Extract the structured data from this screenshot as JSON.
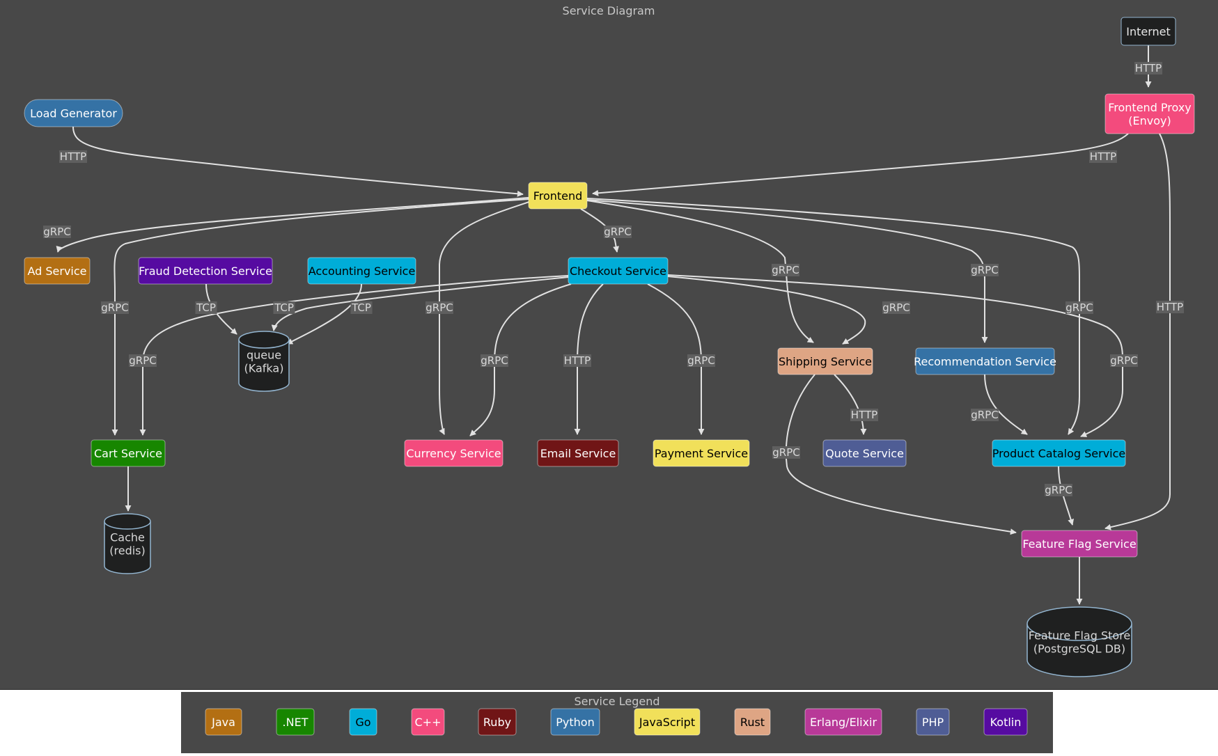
{
  "diagram": {
    "title": "Service Diagram",
    "nodes": [
      {
        "id": "internet",
        "label": [
          "Internet"
        ],
        "lang": "",
        "shape": "rect"
      },
      {
        "id": "proxy",
        "label": [
          "Frontend Proxy",
          "(Envoy)"
        ],
        "lang": "C++",
        "shape": "rect"
      },
      {
        "id": "loadgen",
        "label": [
          "Load Generator"
        ],
        "lang": "Python",
        "shape": "stadium"
      },
      {
        "id": "frontend",
        "label": [
          "Frontend"
        ],
        "lang": "JavaScript",
        "shape": "rect"
      },
      {
        "id": "ad",
        "label": [
          "Ad Service"
        ],
        "lang": "Java",
        "shape": "rect"
      },
      {
        "id": "fraud",
        "label": [
          "Fraud Detection Service"
        ],
        "lang": "Kotlin",
        "shape": "rect"
      },
      {
        "id": "accounting",
        "label": [
          "Accounting Service"
        ],
        "lang": "Go",
        "shape": "rect"
      },
      {
        "id": "checkout",
        "label": [
          "Checkout Service"
        ],
        "lang": "Go",
        "shape": "rect"
      },
      {
        "id": "queue",
        "label": [
          "queue",
          "(Kafka)"
        ],
        "lang": "",
        "shape": "db"
      },
      {
        "id": "shipping",
        "label": [
          "Shipping Service"
        ],
        "lang": "Rust",
        "shape": "rect"
      },
      {
        "id": "recommendation",
        "label": [
          "Recommendation Service"
        ],
        "lang": "Python",
        "shape": "rect"
      },
      {
        "id": "cart",
        "label": [
          "Cart Service"
        ],
        "lang": ".NET",
        "shape": "rect"
      },
      {
        "id": "currency",
        "label": [
          "Currency Service"
        ],
        "lang": "C++",
        "shape": "rect"
      },
      {
        "id": "email",
        "label": [
          "Email Service"
        ],
        "lang": "Ruby",
        "shape": "rect"
      },
      {
        "id": "payment",
        "label": [
          "Payment Service"
        ],
        "lang": "JavaScript",
        "shape": "rect"
      },
      {
        "id": "quote",
        "label": [
          "Quote Service"
        ],
        "lang": "PHP",
        "shape": "rect"
      },
      {
        "id": "catalog",
        "label": [
          "Product Catalog Service"
        ],
        "lang": "Go",
        "shape": "rect"
      },
      {
        "id": "cache",
        "label": [
          "Cache",
          "(redis)"
        ],
        "lang": "",
        "shape": "db"
      },
      {
        "id": "featureflag",
        "label": [
          "Feature Flag Service"
        ],
        "lang": "Erlang/Elixir",
        "shape": "rect"
      },
      {
        "id": "flagstore",
        "label": [
          "Feature Flag Store",
          "(PostgreSQL DB)"
        ],
        "lang": "",
        "shape": "db"
      }
    ],
    "edges": [
      {
        "from": "internet",
        "to": "proxy",
        "label": "HTTP"
      },
      {
        "from": "loadgen",
        "to": "frontend",
        "label": "HTTP"
      },
      {
        "from": "proxy",
        "to": "frontend",
        "label": "HTTP"
      },
      {
        "from": "proxy",
        "to": "featureflag",
        "label": "HTTP"
      },
      {
        "from": "frontend",
        "to": "ad",
        "label": "gRPC"
      },
      {
        "from": "frontend",
        "to": "cart",
        "label": "gRPC"
      },
      {
        "from": "frontend",
        "to": "checkout",
        "label": "gRPC"
      },
      {
        "from": "frontend",
        "to": "currency",
        "label": "gRPC"
      },
      {
        "from": "frontend",
        "to": "shipping",
        "label": "gRPC"
      },
      {
        "from": "frontend",
        "to": "recommendation",
        "label": "gRPC"
      },
      {
        "from": "frontend",
        "to": "catalog",
        "label": "gRPC"
      },
      {
        "from": "fraud",
        "to": "queue",
        "label": "TCP"
      },
      {
        "from": "accounting",
        "to": "queue",
        "label": "TCP"
      },
      {
        "from": "checkout",
        "to": "queue",
        "label": "TCP"
      },
      {
        "from": "checkout",
        "to": "cart",
        "label": "gRPC"
      },
      {
        "from": "checkout",
        "to": "currency",
        "label": "gRPC"
      },
      {
        "from": "checkout",
        "to": "email",
        "label": "HTTP"
      },
      {
        "from": "checkout",
        "to": "payment",
        "label": "gRPC"
      },
      {
        "from": "checkout",
        "to": "shipping",
        "label": "gRPC"
      },
      {
        "from": "checkout",
        "to": "catalog",
        "label": "gRPC"
      },
      {
        "from": "shipping",
        "to": "quote",
        "label": "HTTP"
      },
      {
        "from": "shipping",
        "to": "featureflag",
        "label": "gRPC"
      },
      {
        "from": "recommendation",
        "to": "catalog",
        "label": "gRPC"
      },
      {
        "from": "catalog",
        "to": "featureflag",
        "label": "gRPC"
      },
      {
        "from": "cart",
        "to": "cache",
        "label": ""
      },
      {
        "from": "featureflag",
        "to": "flagstore",
        "label": ""
      }
    ]
  },
  "legend": {
    "title": "Service Legend",
    "items": [
      {
        "label": "Java",
        "color": "#b36f13",
        "text": "#ffffff"
      },
      {
        "label": ".NET",
        "color": "#178600",
        "text": "#ffffff"
      },
      {
        "label": "Go",
        "color": "#00add8",
        "text": "#000000"
      },
      {
        "label": "C++",
        "color": "#f34b7d",
        "text": "#ffffff"
      },
      {
        "label": "Ruby",
        "color": "#701516",
        "text": "#ffffff"
      },
      {
        "label": "Python",
        "color": "#3572a5",
        "text": "#ffffff"
      },
      {
        "label": "JavaScript",
        "color": "#f1e05a",
        "text": "#000000"
      },
      {
        "label": "Rust",
        "color": "#dea584",
        "text": "#000000"
      },
      {
        "label": "Erlang/Elixir",
        "color": "#b83998",
        "text": "#ffffff"
      },
      {
        "label": "PHP",
        "color": "#4f5d95",
        "text": "#ffffff"
      },
      {
        "label": "Kotlin",
        "color": "#560ba1",
        "text": "#ffffff"
      }
    ]
  },
  "colors": {
    "canvas": "#484848",
    "db_fill": "#1f2020",
    "internet_fill": "#1f2020",
    "edge": "#e2e2e2"
  }
}
